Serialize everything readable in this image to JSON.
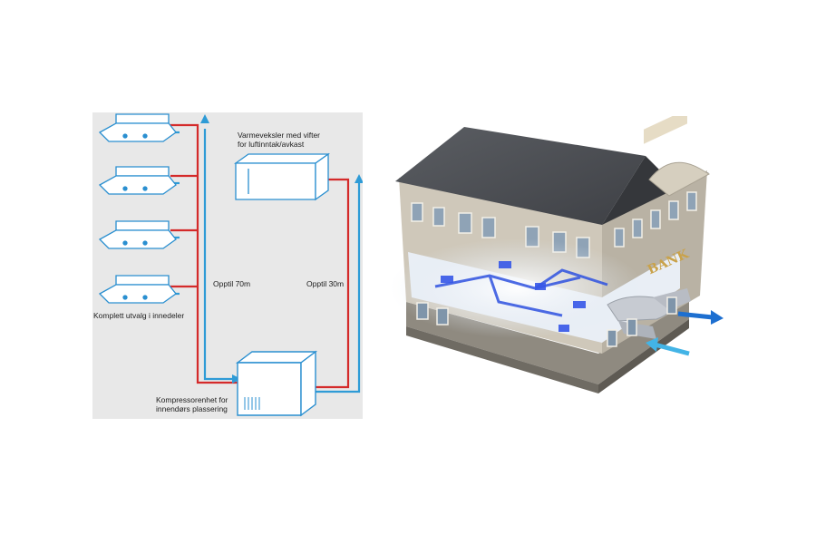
{
  "schematic": {
    "hx_label_line1": "Varmeveksler med vifter",
    "hx_label_line2": "for luftinntak/avkast",
    "distance_70": "Opptil 70m",
    "distance_30": "Opptil 30m",
    "indoor_units_label": "Komplett utvalg i innedeler",
    "compressor_label_line1": "Kompressorenhet for",
    "compressor_label_line2": "innendørs plassering",
    "indoor_unit_count": 4
  },
  "building": {
    "sign_text": "BANK"
  },
  "colors": {
    "panel_bg": "#e8e8e8",
    "pipe_red": "#d42a2a",
    "pipe_blue": "#2e9bd6",
    "unit_outline": "#2a8fd0",
    "roof": "#4f5257",
    "facade": "#c9c2b4",
    "sign_gold": "#c9a24a",
    "duct_glow": "#2f52e0"
  }
}
